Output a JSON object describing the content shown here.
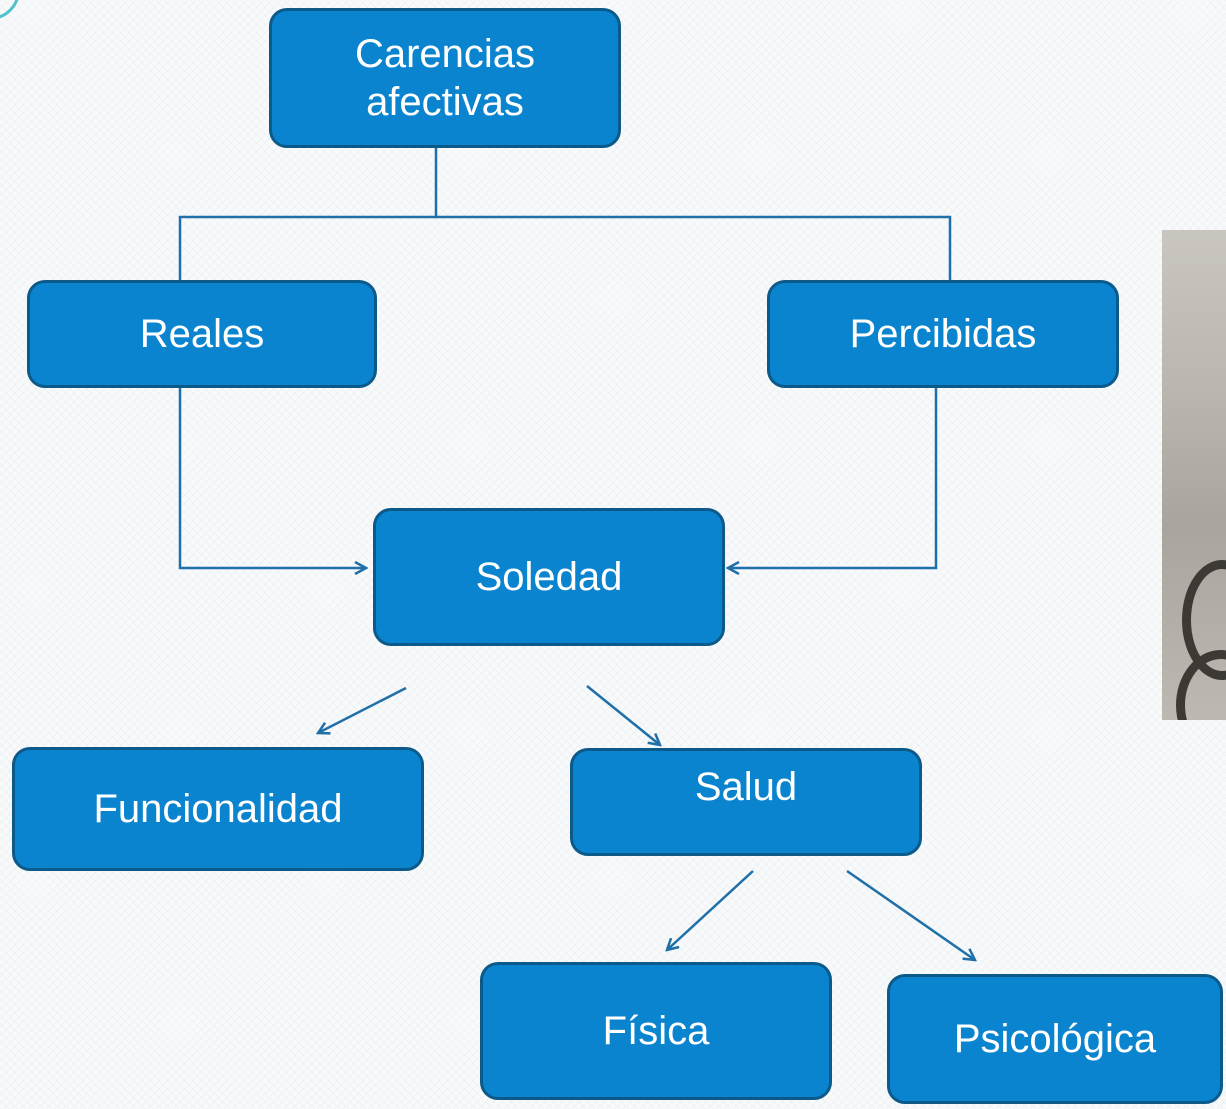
{
  "colors": {
    "box_fill": "#0a84cf",
    "box_border": "#0b5a8a",
    "box_text": "#ffffff",
    "connector": "#1f6fa8"
  },
  "nodes": {
    "carencias": "Carencias\nafectivas",
    "reales": "Reales",
    "percibidas": "Percibidas",
    "soledad": "Soledad",
    "funcionalidad": "Funcionalidad",
    "salud": "Salud",
    "fisica": "Física",
    "psicologica": "Psicológica"
  },
  "edges": [
    {
      "from": "carencias",
      "to": "reales"
    },
    {
      "from": "carencias",
      "to": "percibidas"
    },
    {
      "from": "reales",
      "to": "soledad"
    },
    {
      "from": "percibidas",
      "to": "soledad"
    },
    {
      "from": "soledad",
      "to": "funcionalidad"
    },
    {
      "from": "soledad",
      "to": "salud"
    },
    {
      "from": "salud",
      "to": "fisica"
    },
    {
      "from": "salud",
      "to": "psicologica"
    }
  ],
  "photo": {
    "icon": "wheelchair-photo"
  }
}
